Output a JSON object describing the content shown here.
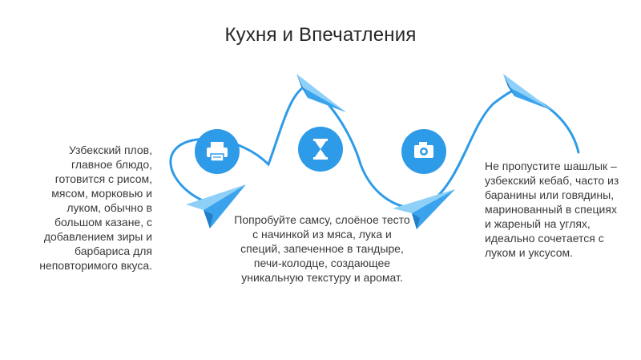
{
  "title": "Кухня и Впечатления",
  "colors": {
    "accent": "#2e9be8",
    "plane_light": "#7cc3f5",
    "plane_dark": "#2a8fdc"
  },
  "steps": [
    {
      "icon": "printer-icon",
      "text": "Узбекский плов, главное блюдо, готовится с рисом, мясом, морковью и луком, обычно в большом казане, с добавлением зиры и барбариса для неповторимого вкуса."
    },
    {
      "icon": "hourglass-icon",
      "text": "Попробуйте самсу, слоёное тесто с начинкой из мяса, лука и специй, запеченное в тандыре, печи-колодце, создающее уникальную текстуру и аромат."
    },
    {
      "icon": "camera-icon",
      "text": "Не пропустите шашлык – узбекский кебаб, часто из баранины или говядины, маринованный в специях и жареный на углях, идеально сочетается с луком и уксусом."
    }
  ]
}
